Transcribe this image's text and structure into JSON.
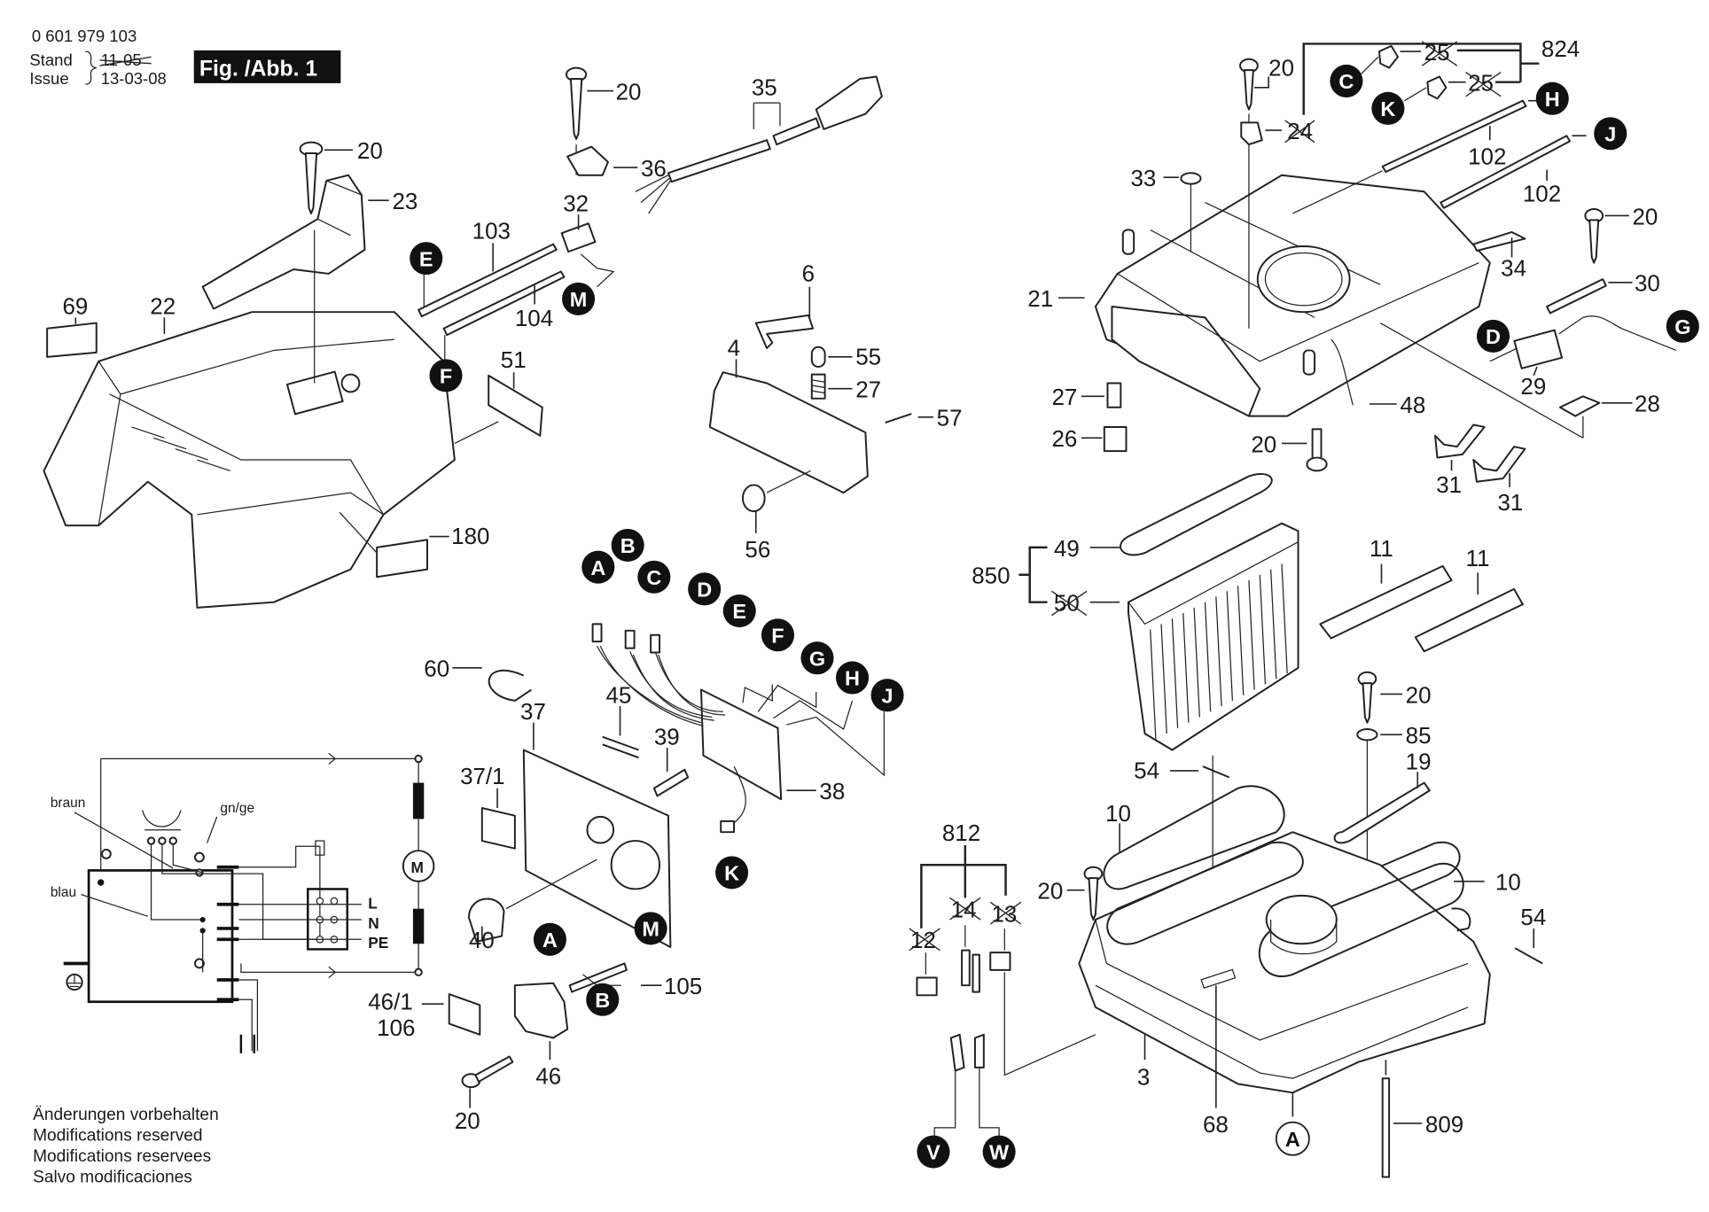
{
  "header": {
    "part_number": "0 601 979 103",
    "stand_label": "Stand",
    "issue_label": "Issue",
    "old_date_struck": "11-05",
    "issue_date": "13-03-08",
    "figure_title": "Fig. /Abb. 1"
  },
  "footer_notes": [
    "Änderungen vorbehalten",
    "Modifications reserved",
    "Modifications reservees",
    "Salvo modificaciones"
  ],
  "wiring_diagram": {
    "wire_labels": [
      "braun",
      "gn/ge",
      "blau"
    ],
    "terminal_labels": [
      "L",
      "N",
      "PE"
    ],
    "motor_symbol": "M"
  },
  "part_labels": {
    "p20a": "20",
    "p23": "23",
    "p69": "69",
    "p22": "22",
    "p51": "51",
    "p180": "180",
    "p20b": "20",
    "p35": "35",
    "p36": "36",
    "p32": "32",
    "p103": "103",
    "p104": "104",
    "p6": "6",
    "p4": "4",
    "p55": "55",
    "p27a": "27",
    "p57": "57",
    "p56": "56",
    "p60": "60",
    "p45": "45",
    "p37": "37",
    "p37_1": "37/1",
    "p39": "39",
    "p38": "38",
    "p40": "40",
    "p46_1": "46/1",
    "p106": "106",
    "p46": "46",
    "p105": "105",
    "p20c": "20",
    "p20d": "20",
    "p824": "824",
    "p25a": "25",
    "p25b": "25",
    "p24": "24",
    "p102a": "102",
    "p102b": "102",
    "p33": "33",
    "p21": "21",
    "p34": "34",
    "p20e": "20",
    "p30": "30",
    "p27b": "27",
    "p26": "26",
    "p20f": "20",
    "p48": "48",
    "p29": "29",
    "p28": "28",
    "p31a": "31",
    "p31b": "31",
    "p850": "850",
    "p49": "49",
    "p50": "50",
    "p11a": "11",
    "p11b": "11",
    "p20g": "20",
    "p85": "85",
    "p19": "19",
    "p54a": "54",
    "p10a": "10",
    "p10b": "10",
    "p54b": "54",
    "p812": "812",
    "p12": "12",
    "p14": "14",
    "p13": "13",
    "p20h": "20",
    "p3": "3",
    "p68": "68",
    "p809": "809"
  },
  "connector_letters": {
    "A1": "A",
    "B1": "B",
    "C1": "C",
    "D1": "D",
    "E1": "E",
    "F1": "F",
    "G1": "G",
    "H1": "H",
    "J1": "J",
    "K1": "K",
    "E2": "E",
    "F2": "F",
    "M1": "M",
    "C2": "C",
    "K2": "K",
    "H2": "H",
    "J2": "J",
    "D2": "D",
    "G2": "G",
    "A2": "A",
    "M2": "M",
    "B2": "B",
    "V": "V",
    "W": "W",
    "A_view": "A"
  },
  "struck_out_labels": [
    "25",
    "25",
    "24",
    "50",
    "12",
    "14",
    "13"
  ]
}
